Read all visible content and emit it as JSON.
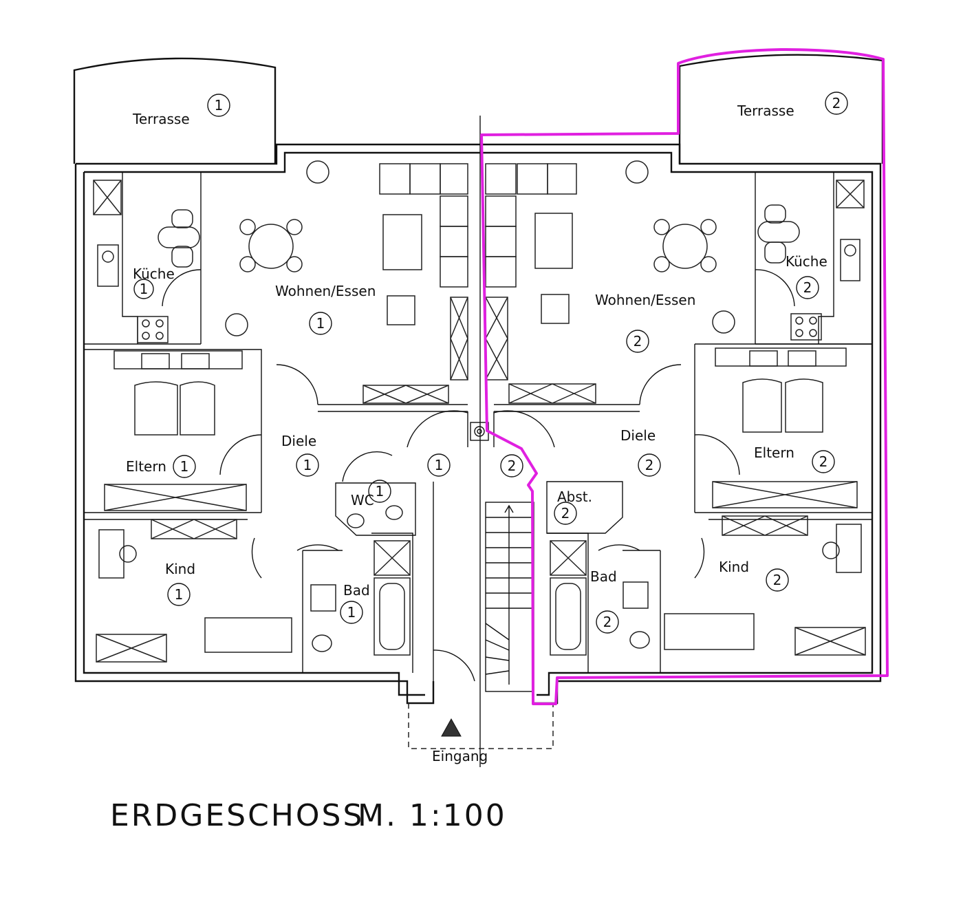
{
  "plan": {
    "title": "ERDGESCHOSS",
    "scale": "M. 1:100",
    "highlight_color": "#e020e0",
    "entrance_label": "Eingang",
    "units": [
      {
        "number": "1",
        "rooms": {
          "terrace": "Terrasse",
          "kitchen": "Küche",
          "living": "Wohnen/Essen",
          "hall": "Diele",
          "parents": "Eltern",
          "wc": "WC",
          "child": "Kind",
          "bath": "Bad"
        }
      },
      {
        "number": "2",
        "rooms": {
          "terrace": "Terrasse",
          "kitchen": "Küche",
          "living": "Wohnen/Essen",
          "hall": "Diele",
          "parents": "Eltern",
          "storage": "Abst.",
          "child": "Kind",
          "bath": "Bad"
        }
      }
    ]
  }
}
